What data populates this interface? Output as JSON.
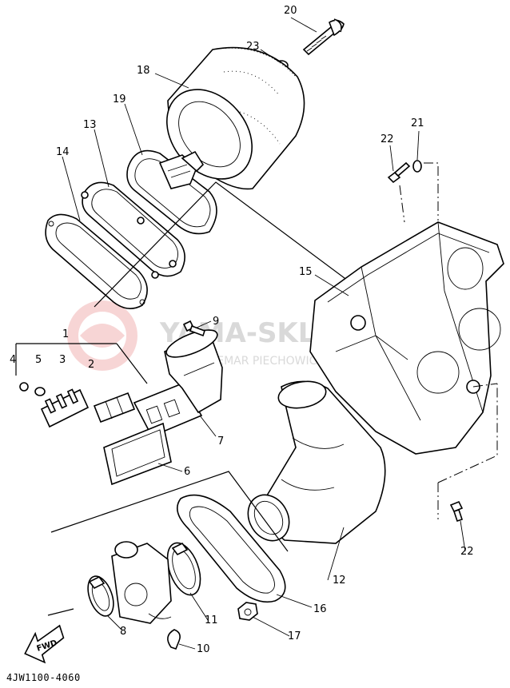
{
  "drawing_code": "4JW1100-4060",
  "watermark": {
    "name": "YAMA-SKLEP.PL",
    "line": "WALDEMAR PIECHOWICZ | DEALER YAMAHA"
  },
  "fwd_label": "FWD",
  "callouts": [
    {
      "id": "c1",
      "label": "1"
    },
    {
      "id": "c2",
      "label": "2"
    },
    {
      "id": "c3",
      "label": "3"
    },
    {
      "id": "c4",
      "label": "4"
    },
    {
      "id": "c5",
      "label": "5"
    },
    {
      "id": "c6",
      "label": "6"
    },
    {
      "id": "c7",
      "label": "7"
    },
    {
      "id": "c8",
      "label": "8"
    },
    {
      "id": "c9",
      "label": "9"
    },
    {
      "id": "c10",
      "label": "10"
    },
    {
      "id": "c11",
      "label": "11"
    },
    {
      "id": "c12",
      "label": "12"
    },
    {
      "id": "c13",
      "label": "13"
    },
    {
      "id": "c14",
      "label": "14"
    },
    {
      "id": "c15",
      "label": "15"
    },
    {
      "id": "c16",
      "label": "16"
    },
    {
      "id": "c17",
      "label": "17"
    },
    {
      "id": "c18",
      "label": "18"
    },
    {
      "id": "c19",
      "label": "19"
    },
    {
      "id": "c20",
      "label": "20"
    },
    {
      "id": "c21",
      "label": "21"
    },
    {
      "id": "c22a",
      "label": "22"
    },
    {
      "id": "c22b",
      "label": "22"
    },
    {
      "id": "c23",
      "label": "23"
    }
  ]
}
